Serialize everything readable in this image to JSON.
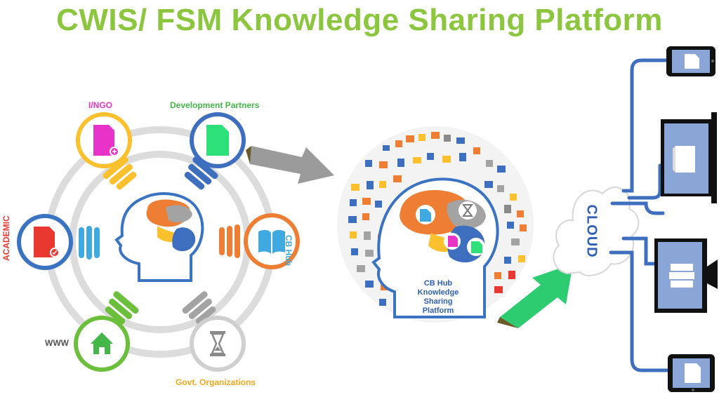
{
  "title": "CWIS/ FSM Knowledge Sharing Platform",
  "nodes": [
    {
      "key": "ingo",
      "label": "I/NGO",
      "color": "#e833c8"
    },
    {
      "key": "dev",
      "label": "Development Partners",
      "color": "#45b649"
    },
    {
      "key": "cbhub",
      "label": "CB Hub",
      "color": "#3fa9e0"
    },
    {
      "key": "academic",
      "label": "ACADEMIC",
      "color": "#e8382f"
    },
    {
      "key": "www",
      "label": "WWW",
      "color": "#555555"
    },
    {
      "key": "govt",
      "label": "Govt. Organizations",
      "color": "#f2a81d"
    }
  ],
  "center_head_text": [
    "CB Hub",
    "Knowledge",
    "Sharing",
    "Platform"
  ],
  "cloud_text": "CLOUD",
  "colors": {
    "title": "#8cc63f",
    "ring": "#dcdcdc",
    "brain_orange": "#ee7e33",
    "brain_grey": "#a3a3a3",
    "brain_yellow": "#fbc02d",
    "brain_blue": "#3e6fbf",
    "outline_blue": "#3a73c1",
    "device_blue": "#8aa6d6",
    "arrow_grey": "#9b9b9b",
    "arrow_green": "#2ecc71",
    "cloud_text": "#2f5fb3"
  }
}
